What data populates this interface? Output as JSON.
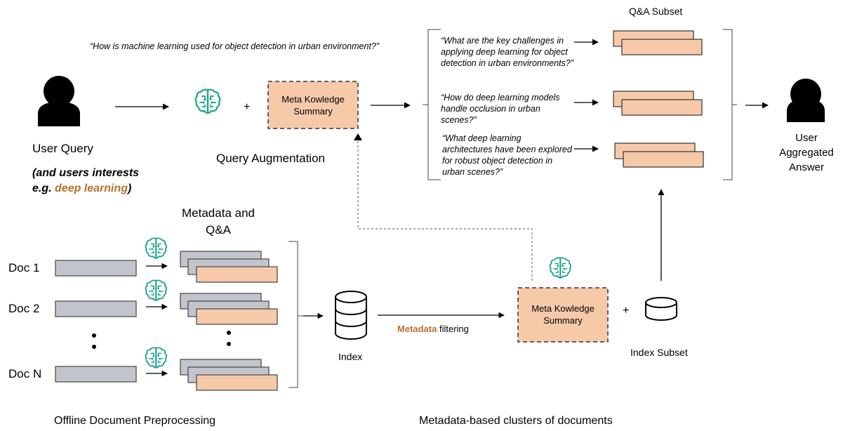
{
  "user_query": {
    "quote": "“How is machine learning used for object detection in urban environment?”",
    "label": "User Query",
    "interests_prefix": "(and users interests e.g. ",
    "interests_highlight": "deep learning",
    "interests_suffix": ")"
  },
  "plus": "+",
  "query_augmentation": {
    "summary_box": "Meta Kowledge Summary",
    "label": "Query Augmentation"
  },
  "qa_subset": {
    "title": "Q&A Subset",
    "questions": [
      "“What are the key challenges in applying deep learning for object detection in urban environments?”",
      "“How do deep learning models handle occlusion in urban scenes?”",
      "“What deep learning architectures have been explored for robust object detection in urban scenes?”"
    ]
  },
  "user_answer": {
    "label": "User Aggregated Answer"
  },
  "offline": {
    "metadata_label": "Metadata and Q&A",
    "docs": [
      "Doc 1",
      "Doc 2",
      "Doc N"
    ],
    "caption": "Offline Document Preprocessing"
  },
  "index": {
    "label": "Index"
  },
  "filtering": {
    "highlight": "Metadata",
    "rest": " filtering"
  },
  "clusters": {
    "summary_box": "Meta Kowledge Summary",
    "index_subset": "Index Subset",
    "caption": "Metadata-based clusters of documents"
  },
  "colors": {
    "peach": "#f6c9a9",
    "doc_gray": "#c3c5cc",
    "brain": "#1fa38a",
    "accent": "#b5702e"
  }
}
